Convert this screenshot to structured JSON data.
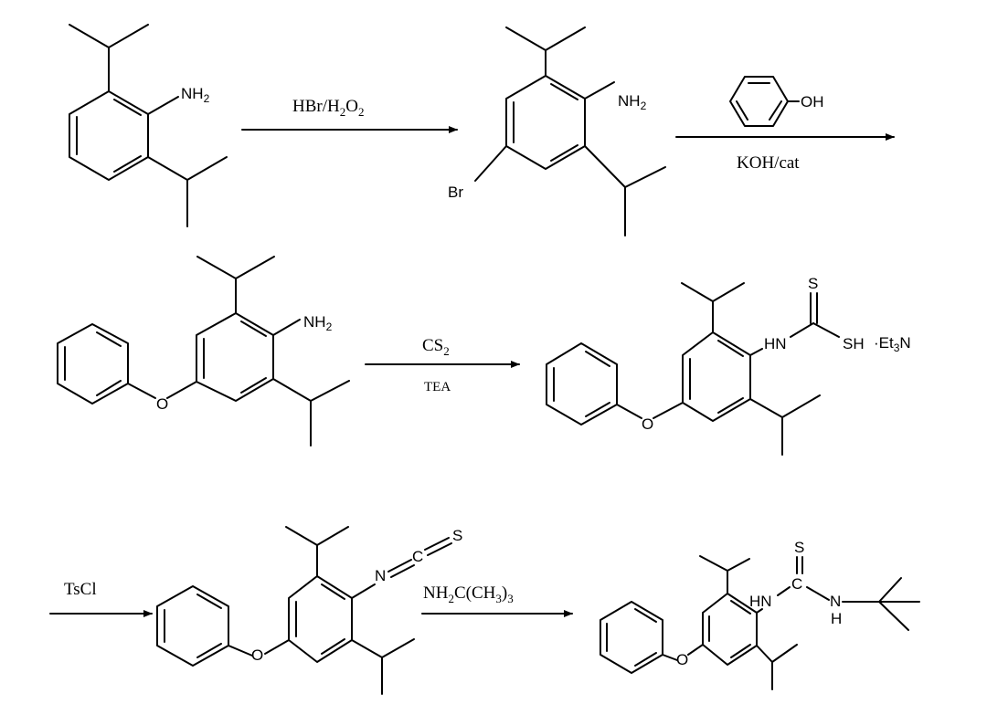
{
  "scheme": {
    "atoms": {
      "nh2": "NH",
      "nh2_sub": "2",
      "br": "Br",
      "oh": "OH",
      "o": "O",
      "hn": "HN",
      "s": "S",
      "sh": "SH",
      "et3n_pre": "·Et",
      "et3n_sub": "3",
      "et3n_post": "N",
      "n": "N",
      "c": "C",
      "h": "H"
    },
    "reagents": {
      "step1": {
        "a": "HBr/H",
        "b": "2",
        "c": "O",
        "d": "2"
      },
      "step2": {
        "below": "KOH/cat"
      },
      "step3": {
        "a": "CS",
        "b": "2",
        "below": "TEA"
      },
      "step4": {
        "above": "TsCl"
      },
      "step5": {
        "a": "NH",
        "b": "2",
        "c": "C(CH",
        "d": "3",
        "e": ")",
        "f": "3"
      }
    }
  }
}
